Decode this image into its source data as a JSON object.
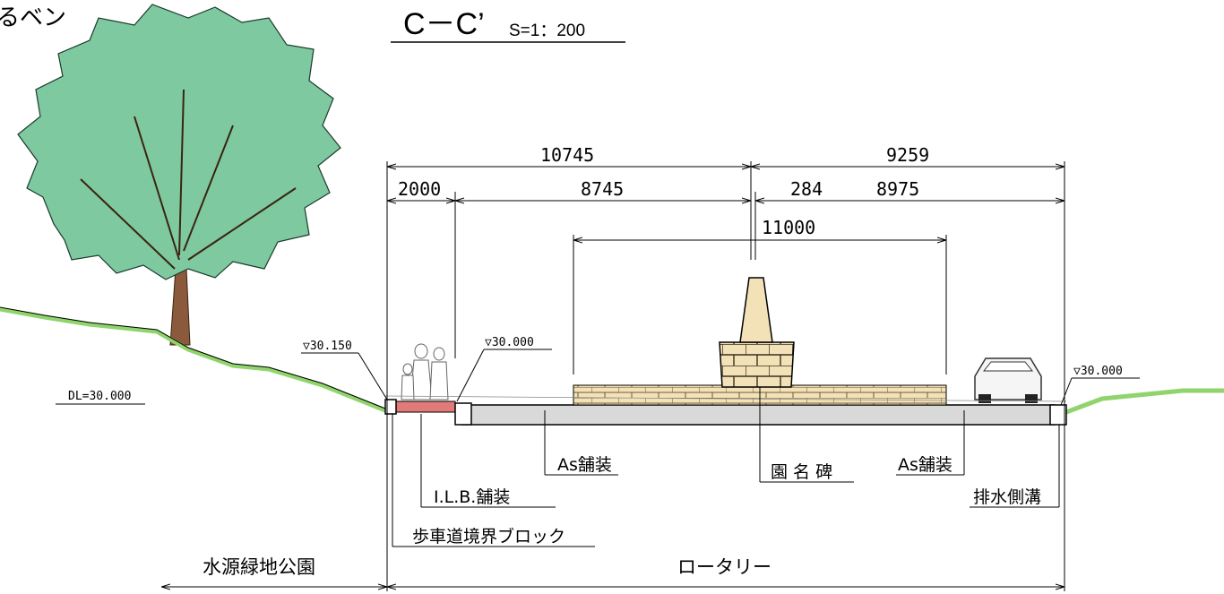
{
  "title": {
    "section": "C－C’",
    "scale": "S=1：200",
    "corner_text": "るベン"
  },
  "dimensions": {
    "overall_left": "10745",
    "overall_right": "9259",
    "sidewalk": "2000",
    "left_inner": "8745",
    "center_offset": "284",
    "right_inner": "8975",
    "monument_width": "11000"
  },
  "elevations": {
    "left_curb": "▽30.150",
    "left_road": "▽30.000",
    "right_road": "▽30.000",
    "datum": "DL=30.000"
  },
  "callouts": {
    "as_pavement_left": "As舗装",
    "as_pavement_right": "As舗装",
    "monument": "園 名 碑",
    "ilb_pavement": "I.L.B.舗装",
    "drain": "排水側溝",
    "curb_block": "歩車道境界ブロック"
  },
  "zones": {
    "left": "水源緑地公園",
    "right": "ロータリー"
  },
  "colors": {
    "grass": "#8fd46c",
    "foliage": "#7ec9a0",
    "trunk": "#8b5a3c",
    "stone": "#f3e2b8",
    "pavement": "#d9d9d9",
    "sidewalk": "#e07b78"
  }
}
